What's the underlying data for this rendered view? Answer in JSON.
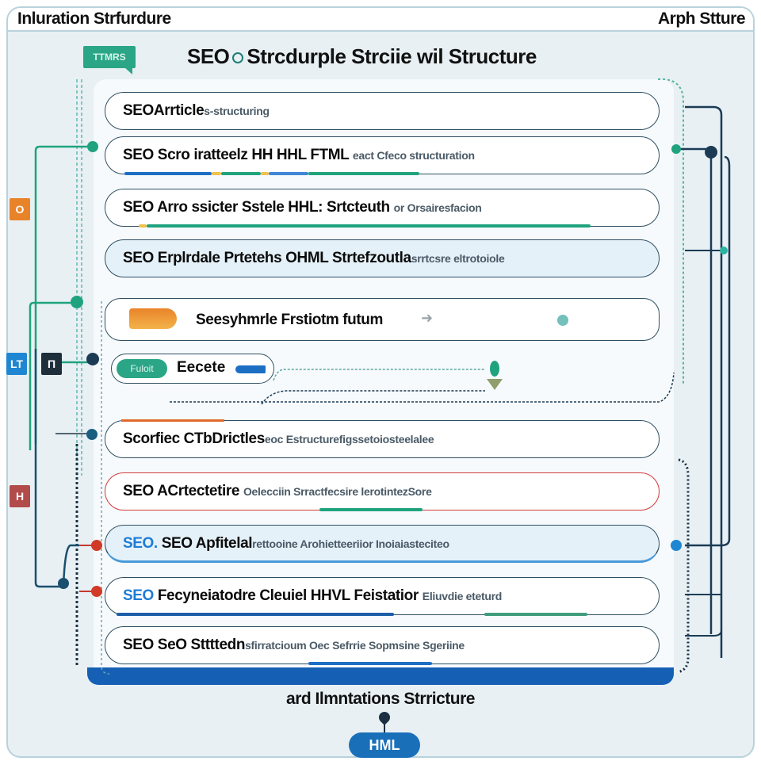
{
  "header": {
    "left_title": "Inluration Strfurdure",
    "right_title": "Arph Stture"
  },
  "diagram": {
    "tag_label": "TTMRS",
    "title_part1": "SEO",
    "title_part2": "Strcdurple Strciie wil Structure",
    "rows": [
      {
        "label": "SEOArrticle",
        "sub": "s-structuring"
      },
      {
        "label": "SEO Scro iratteelz HH HHL FTML",
        "sub": "eact Cfeco structuration"
      },
      {
        "label": "SEO Arro ssicter Sstele HHL: Srtcteuth",
        "sub": "or Orsairesfacion"
      },
      {
        "label": "SEO Erplrdale Prtetehs OHML Strtefzoutla",
        "sub": "srrtcsre eltrotoiole"
      },
      {
        "label": "Seesyhmrle Frstiotm futum",
        "sub": ""
      },
      {
        "label": "Eecete",
        "sub": "",
        "chip": "Fuloit"
      },
      {
        "label": "Scorfiec CTbDrictles",
        "sub": "eoc Estructurefigssetoiosteelalee"
      },
      {
        "label": "SEO ACrtectetire",
        "sub": "Oelecciin Srractfecsire lerotintezSore"
      },
      {
        "label": "SEO Apfitelal",
        "sub": "rettooine Arohietteeriior Inoiaiasteciteo",
        "prefix": "SEO."
      },
      {
        "label": "Fecyneiatodre Cleuiel HHVL Feistatior",
        "sub": "Eliuvdie eteturd",
        "prefix": "SEO"
      },
      {
        "label": "SEO SeO Sttttedn",
        "sub": "sfirratcioum Oec Sefrrie Sopmsine Sgeriine"
      }
    ],
    "side_badges": [
      {
        "icon": "O",
        "color": "#e9832a"
      },
      {
        "icon": "LT",
        "color": "#1f86d2"
      },
      {
        "icon": "Π",
        "color": "#1f2e3b"
      },
      {
        "icon": "H",
        "color": "#b24b4b"
      }
    ],
    "footer_text": "ard Ilmntations Strricture",
    "footer_pill": "HML"
  },
  "colors": {
    "teal": "#1fa37f",
    "navy": "#1b3b55",
    "blue": "#1d6fc4",
    "red": "#d13a3a",
    "orange": "#e9832a",
    "yellow": "#f1c14b"
  }
}
